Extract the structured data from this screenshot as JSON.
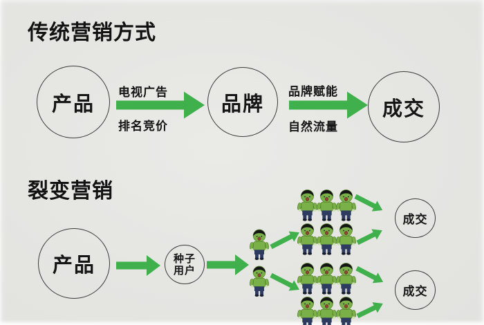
{
  "colors": {
    "background": "#e6e6e3",
    "arrow_green": "#3fb04b",
    "circle_stroke": "#3a3a3a",
    "text": "#141414",
    "person_shirt_green": "#79b148",
    "person_pants_navy": "#2e3b60",
    "person_hair_black": "#141414"
  },
  "traditional": {
    "title": "传统营销方式",
    "nodes": {
      "product": "产品",
      "brand": "品牌",
      "deal": "成交"
    },
    "arrow1": {
      "top": "电视广告",
      "bottom": "排名竞价"
    },
    "arrow2": {
      "top": "品牌赋能",
      "bottom": "自然流量"
    }
  },
  "fission": {
    "title": "裂变营销",
    "product": "产品",
    "seed": "种子\n用户",
    "deal_top": "成交",
    "deal_bottom": "成交",
    "person_counts": {
      "seed_singles": 2,
      "top_group": 6,
      "bottom_group": 6
    }
  }
}
